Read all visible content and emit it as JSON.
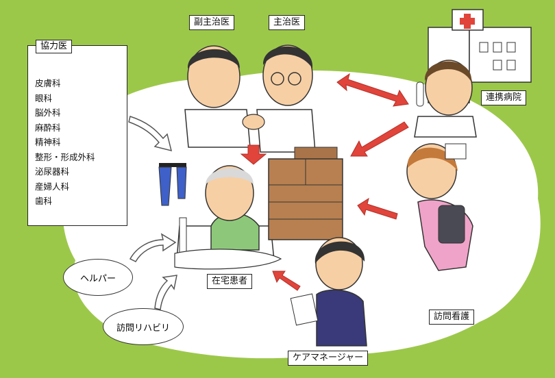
{
  "labels": {
    "vice_doctor": "副主治医",
    "main_doctor": "主治医",
    "partner_hospital": "連携病院",
    "home_patient": "在宅患者",
    "visiting_nurse": "訪問看護",
    "care_manager": "ケアマネージャー",
    "helper": "ヘルパー",
    "home_rehab": "訪問リハビリ"
  },
  "cooperating": {
    "title": "協力医",
    "items": [
      "皮膚科",
      "眼科",
      "脳外科",
      "麻酔科",
      "精神科",
      "整形・形成外科",
      "泌尿器科",
      "産婦人科",
      "歯科"
    ]
  },
  "colors": {
    "background": "#9cc84a",
    "cloud": "#ffffff",
    "arrow_red": "#e0443a",
    "furniture": "#a9744a"
  }
}
